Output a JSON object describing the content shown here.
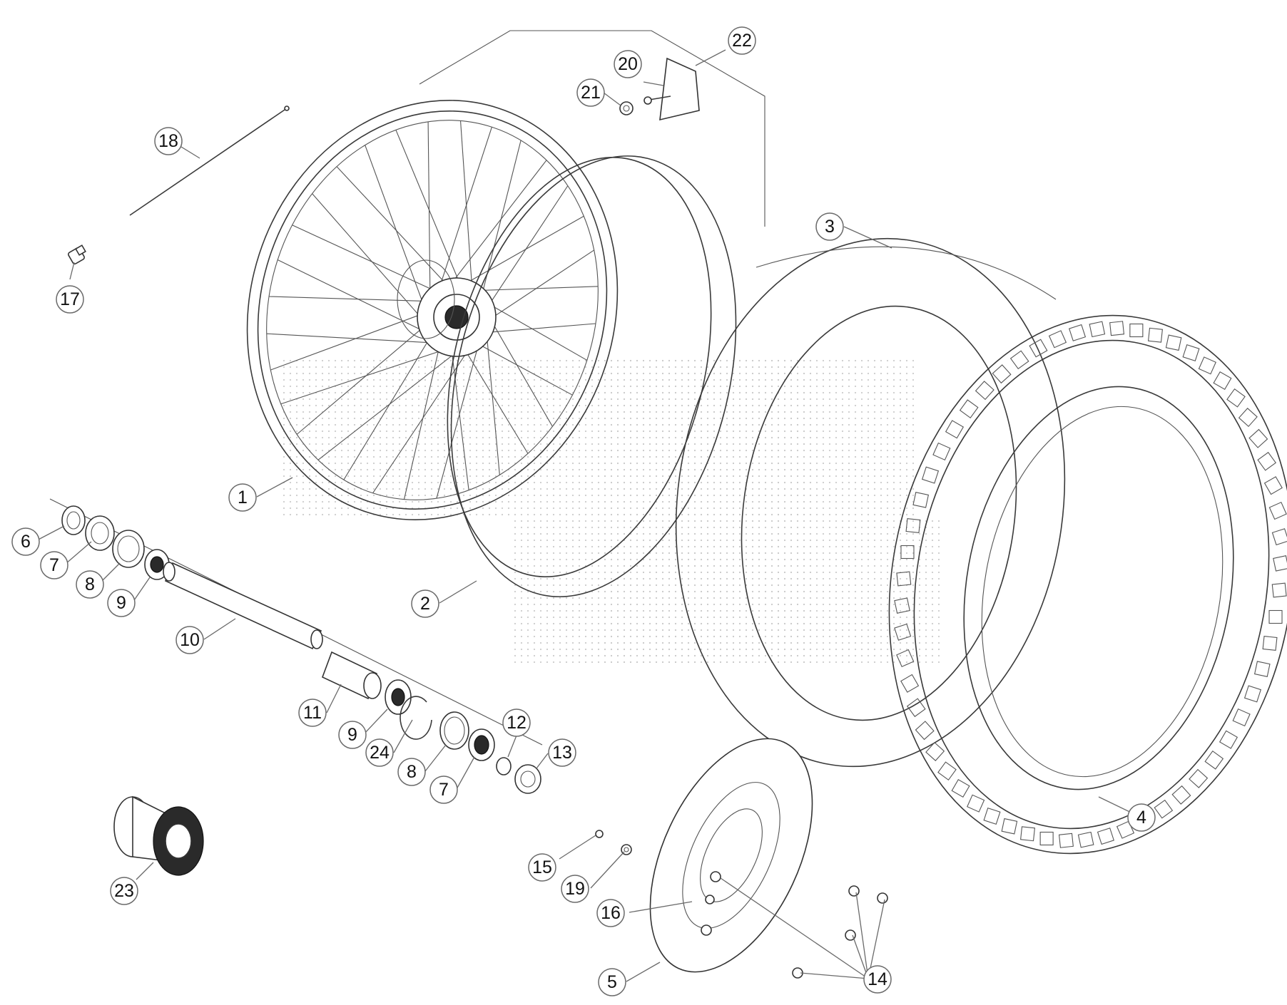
{
  "diagram": {
    "callouts": [
      {
        "id": "c1",
        "label": "1"
      },
      {
        "id": "c2",
        "label": "2"
      },
      {
        "id": "c3",
        "label": "3"
      },
      {
        "id": "c4",
        "label": "4"
      },
      {
        "id": "c5",
        "label": "5"
      },
      {
        "id": "c6",
        "label": "6"
      },
      {
        "id": "c7a",
        "label": "7"
      },
      {
        "id": "c7b",
        "label": "7"
      },
      {
        "id": "c8a",
        "label": "8"
      },
      {
        "id": "c8b",
        "label": "8"
      },
      {
        "id": "c9a",
        "label": "9"
      },
      {
        "id": "c9b",
        "label": "9"
      },
      {
        "id": "c10",
        "label": "10"
      },
      {
        "id": "c11",
        "label": "11"
      },
      {
        "id": "c12",
        "label": "12"
      },
      {
        "id": "c13",
        "label": "13"
      },
      {
        "id": "c14",
        "label": "14"
      },
      {
        "id": "c15",
        "label": "15"
      },
      {
        "id": "c16",
        "label": "16"
      },
      {
        "id": "c17",
        "label": "17"
      },
      {
        "id": "c18",
        "label": "18"
      },
      {
        "id": "c19",
        "label": "19"
      },
      {
        "id": "c20",
        "label": "20"
      },
      {
        "id": "c21",
        "label": "21"
      },
      {
        "id": "c22",
        "label": "22"
      },
      {
        "id": "c23",
        "label": "23"
      },
      {
        "id": "c24",
        "label": "24"
      }
    ],
    "colors": {
      "line": "#3a3a3a",
      "watermark": "#bdbdbd"
    }
  }
}
